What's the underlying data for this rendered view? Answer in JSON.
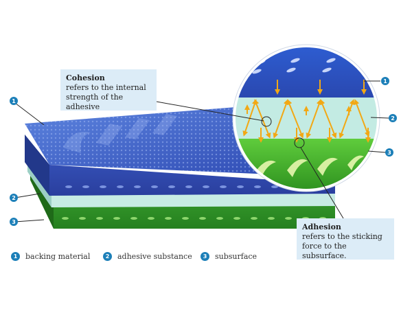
{
  "cohesion": {
    "title": "Cohesion",
    "text": "refers to the internal strength of the adhesive"
  },
  "adhesion": {
    "title": "Adhesion",
    "text": "refers to the sticking force to the subsurface."
  },
  "legend": [
    {
      "num": "1",
      "label": "backing material"
    },
    {
      "num": "2",
      "label": "adhesive substance"
    },
    {
      "num": "3",
      "label": "subsurface"
    }
  ],
  "markers": {
    "m1": "1",
    "m2": "2",
    "m3": "3"
  },
  "colors": {
    "backing": "#2f4fb8",
    "adhesive": "#bfe8e0",
    "subsurface": "#38a832",
    "arrow": "#f2a814",
    "marker": "#1c7fb8",
    "callout_bg": "#dcecf7"
  }
}
